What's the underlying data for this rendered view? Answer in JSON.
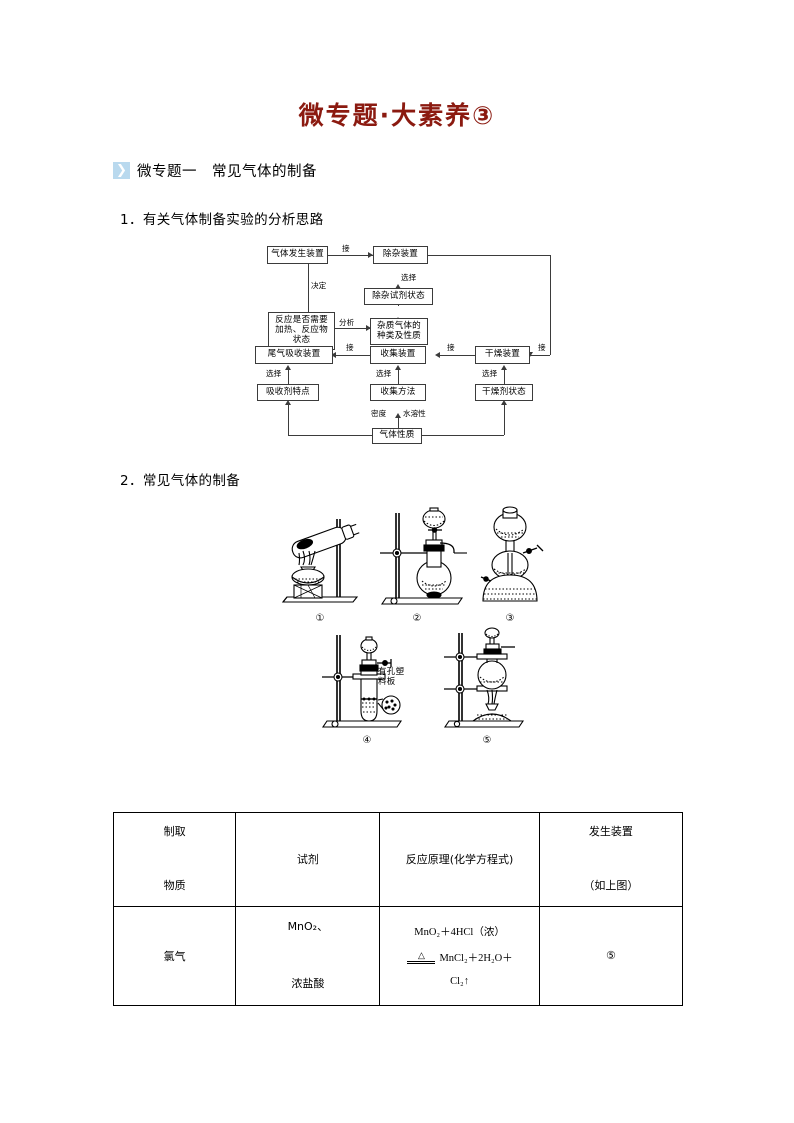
{
  "page": {
    "title": "微专题·大素养③"
  },
  "section": {
    "badge_icon": "chevron-right-icon",
    "heading": "微专题一　常见气体的制备"
  },
  "subsections": [
    {
      "number": "1",
      "text": "1．有关气体制备实验的分析思路"
    },
    {
      "number": "2",
      "text": "2．常见气体的制备"
    }
  ],
  "flowchart": {
    "boxes": {
      "generator": "气体发生装置",
      "purifier": "除杂装置",
      "purify_reagent_state": "除杂试剂状态",
      "reaction_conditions": "反应是否需要\n加热、反应物\n状态",
      "impurity_gas": "杂质气体的\n种类及性质",
      "tail_gas": "尾气吸收装置",
      "collector": "收集装置",
      "dryer": "干燥装置",
      "absorbent_feature": "吸收剂特点",
      "collect_method": "收集方法",
      "desiccant_state": "干燥剂状态",
      "gas_property": "气体性质"
    },
    "labels": {
      "connect_1": "接",
      "connect_2": "接",
      "connect_3": "接",
      "connect_4": "接",
      "decide": "决定",
      "select_1": "选择",
      "analyze": "分析",
      "select_2": "选择",
      "select_3": "选择",
      "select_4": "选择",
      "density": "密度",
      "solubility": "水溶性"
    }
  },
  "apparatus": {
    "captions": [
      "①",
      "②",
      "③",
      "④",
      "⑤"
    ],
    "annotation": "有孔塑\n料板"
  },
  "table": {
    "headers": {
      "substance": "制取\n\n物质",
      "reagent": "试剂",
      "principle": "反应原理(化学方程式)",
      "device": "发生装置\n\n（如上图）"
    },
    "rows": [
      {
        "substance": "氯气",
        "reagent": "MnO₂、\n\n浓盐酸",
        "equation": {
          "line1": "MnO₂＋4HCl（浓）",
          "condition": "△",
          "line2": "MnCl₂＋2H₂O＋",
          "line3": "Cl₂↑"
        },
        "device": "⑤"
      }
    ]
  },
  "colors": {
    "title": "#8B1A10",
    "badge": "#B9D9EE",
    "line": "#3b3b3b"
  }
}
